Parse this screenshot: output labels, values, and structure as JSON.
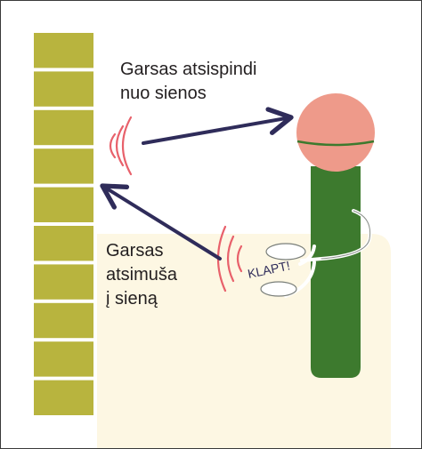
{
  "labels": {
    "reflect": [
      "Garsas atsispindi",
      "nuo sienos"
    ],
    "hit": [
      "Garsas",
      "atsimušа",
      "į sieną"
    ],
    "clap": "KLAPT!"
  },
  "colors": {
    "wall": "#b8b43e",
    "ground": "#fdf7e3",
    "head": "#ee9a8a",
    "body": "#3d7a2e",
    "waves": "#e8616b",
    "arrow": "#2f2c5a",
    "text": "#231f20"
  },
  "wall_bricks": 10
}
